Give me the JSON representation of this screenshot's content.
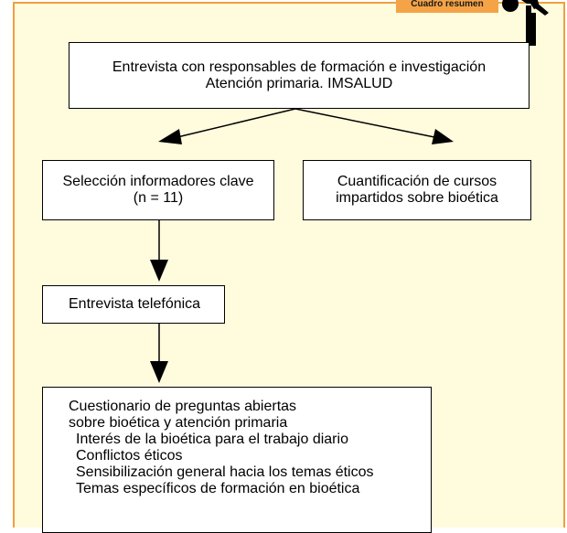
{
  "header_tab": {
    "label": "Cuadro resumen"
  },
  "icons": {
    "figure": "person-pointing-icon"
  },
  "colors": {
    "panel_bg": "#fffbdd",
    "accent": "#f0a040"
  },
  "flow": {
    "top": {
      "line1": "Entrevista con responsables de formación e investigación",
      "line2": "Atención primaria. IMSALUD"
    },
    "seleccion": {
      "line1": "Selección informadores clave",
      "line2": "(n = 11)"
    },
    "cuantificacion": {
      "line1": "Cuantificación de cursos",
      "line2": "impartidos sobre bioética"
    },
    "telefonica": {
      "label": "Entrevista telefónica"
    },
    "cuestionario": {
      "title1": "Cuestionario de preguntas abiertas",
      "title2": "sobre bioética y atención primaria",
      "items": [
        "Interés de la bioética para el trabajo diario",
        "Conflictos éticos",
        "Sensibilización general hacia los temas éticos",
        "Temas específicos de formación en bioética"
      ]
    }
  }
}
